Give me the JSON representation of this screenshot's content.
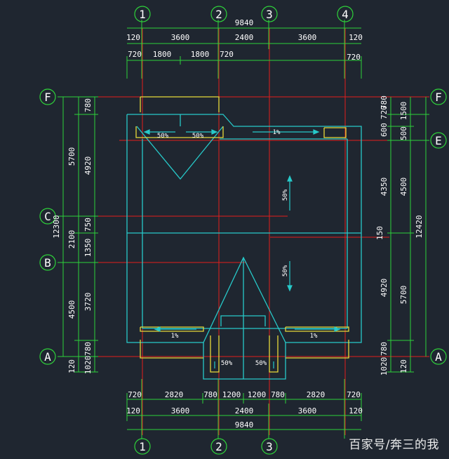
{
  "drawing": {
    "axes_columns": [
      "1",
      "2",
      "3",
      "4"
    ],
    "axes_rows": [
      "F",
      "E",
      "C",
      "B",
      "A"
    ],
    "dims_top": {
      "total": "9840",
      "row2": [
        "120",
        "3600",
        "2400",
        "3600",
        "120"
      ],
      "row3": [
        "720",
        "1800",
        "1800",
        "720",
        "720"
      ]
    },
    "dims_bottom": {
      "row1": [
        "720",
        "2820",
        "780",
        "1200",
        "1200",
        "780",
        "2820",
        "720"
      ],
      "row2": [
        "120",
        "3600",
        "2400",
        "3600",
        "120"
      ],
      "total": "9840"
    },
    "dims_left": {
      "outer": [
        "5700",
        "2100",
        "4500",
        "120"
      ],
      "inner": [
        "780",
        "4920",
        "750",
        "1350",
        "3720",
        "780",
        "1020"
      ],
      "total": "12300"
    },
    "dims_right": {
      "top_stack": [
        "600",
        "720",
        "780",
        "500",
        "1500"
      ],
      "inner": [
        "4350",
        "150",
        "4920",
        "780",
        "1020"
      ],
      "outer": [
        "4500",
        "5700",
        "120"
      ],
      "total": "12420"
    },
    "slopes": [
      "50%",
      "50%",
      "1%",
      "50%",
      "50%",
      "1%",
      "1%",
      "50%",
      "50%"
    ]
  },
  "watermark": "百家号/奔三的我",
  "colors": {
    "background": "#1f2630",
    "axis_red": "#e31d1d",
    "cyan": "#27c9c9",
    "yellow": "#e8d93a",
    "green": "#2ed13a",
    "white": "#ffffff"
  }
}
